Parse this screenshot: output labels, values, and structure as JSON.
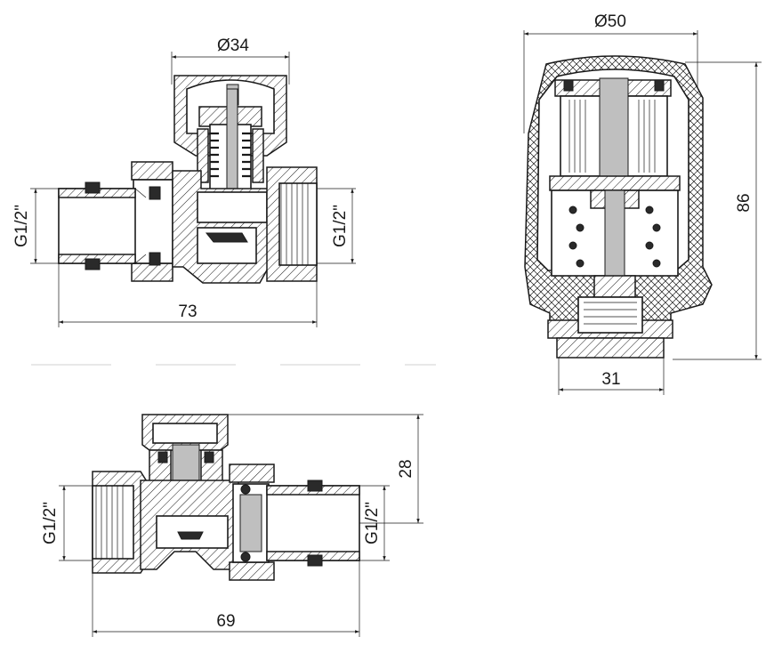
{
  "views": {
    "top_left_valve": {
      "diameter_label": "Ø34",
      "length_label": "73",
      "left_thread_label": "G1/2\"",
      "right_thread_label": "G1/2\""
    },
    "thermostatic_head": {
      "diameter_label": "Ø50",
      "height_label": "86",
      "base_width_label": "31"
    },
    "bottom_lockshield_valve": {
      "height_label": "28",
      "length_label": "69",
      "left_thread_label": "G1/2\"",
      "right_thread_label": "G1/2\""
    }
  },
  "colors": {
    "line": "#1a1a1a",
    "background": "#ffffff",
    "fill_dark": "#2a2a2a",
    "fill_gray": "#bfbfbf"
  }
}
